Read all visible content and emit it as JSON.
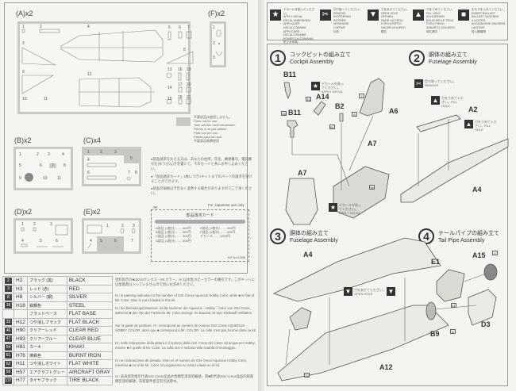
{
  "parts_layout": {
    "sprues": [
      {
        "label": "(A)x2",
        "numbers": [
          "1",
          "2",
          "3",
          "4",
          "5",
          "6",
          "7",
          "8",
          "9",
          "10",
          "11",
          "12",
          "13",
          "14",
          "15",
          "16",
          "17",
          "18",
          "19",
          "20",
          "21"
        ]
      },
      {
        "label": "(F)x2",
        "numbers": [
          "1",
          "2",
          "3"
        ]
      },
      {
        "label": "(B)x2",
        "numbers": [
          "1",
          "2",
          "3",
          "4",
          "5",
          "6",
          "7",
          "8",
          "9",
          "10",
          "11"
        ]
      },
      {
        "label": "(C)x4",
        "numbers": [
          "1",
          "2",
          "3",
          "4",
          "5",
          "6",
          "7",
          "8"
        ]
      },
      {
        "label": "(D)x2",
        "numbers": [
          "1",
          "2",
          "3",
          "4",
          "5",
          "6"
        ]
      },
      {
        "label": "(E)x2",
        "numbers": [
          "1",
          "2",
          "3",
          "4",
          "5",
          "6",
          "7"
        ]
      }
    ],
    "not_for_use": [
      "不要部品は使用しません。",
      "Parts not for use.",
      "Teile werden nicht verwendet.",
      "Pièces à ne pas utiliser.",
      "Parti non per uso.",
      "Partes para no usar.",
      "不要部品無需使用"
    ]
  },
  "notes": {
    "bullets": [
      "●部品請求をなさる方は、あなたの住所、氏名、郵便番号、電話番号を(ゆうびん)きを書いて、下のカードと共にお申し込みください。",
      "●「部品請求カード」1枚につき1キットまでのパーツの請求を受けることができます。",
      "●部品の価格は予告なく変更する場合がありますのでご了承ください。"
    ],
    "japan_only": "For Japanese use only",
    "card_title": "部品請求カード",
    "card_lines": [
      "A部品 (1枚分) ……400円",
      "B部品 (1枚分) ……300円",
      "C部品 (1枚分) ……300円",
      "D部品 (1枚分) ……300円",
      "E部品 (1枚分) ……400円",
      "F部品 (1枚分) ……300円",
      "デカール ……1200円"
    ],
    "card_code": "MIT No.00388"
  },
  "colors": [
    {
      "badge": "2",
      "code": "H2",
      "jp": "ブラック (黒)",
      "en": "BLACK"
    },
    {
      "badge": "3",
      "code": "H3",
      "jp": "レッド (赤)",
      "en": "RED"
    },
    {
      "badge": "8",
      "code": "H8",
      "jp": "シルバー (銀)",
      "en": "SILVER"
    },
    {
      "badge": "18",
      "code": "H18",
      "jp": "鉄鋼色",
      "en": "STEEL"
    },
    {
      "badge": "",
      "code": "",
      "jp": "フラットベース",
      "en": "FLAT BASE"
    },
    {
      "badge": "33",
      "code": "H12",
      "jp": "つや消しブラック",
      "en": "FLAT BLACK"
    },
    {
      "badge": "46",
      "code": "H90",
      "jp": "クリアーレッド",
      "en": "CLEAR RED"
    },
    {
      "badge": "47",
      "code": "H93",
      "jp": "クリアーブルー",
      "en": "CLEAR BLUE"
    },
    {
      "badge": "54",
      "code": "H81",
      "jp": "カーキ",
      "en": "KHAKI"
    },
    {
      "badge": "61",
      "code": "H76",
      "jp": "焼鉄色",
      "en": "BURNT IRON"
    },
    {
      "badge": "62",
      "code": "H11",
      "jp": "つや消しホワイト",
      "en": "FLAT WHITE"
    },
    {
      "badge": "56",
      "code": "H57",
      "jp": "エアクラフトグレー",
      "en": "AIRCRAFT GRAY"
    },
    {
      "badge": "137",
      "code": "H77",
      "jp": "タイヤブラック",
      "en": "TIRE BLACK"
    }
  ],
  "paint_notes": [
    "塗料指示の■はGSIクレオス・Mr.カラー、H□は水性ホビーカラーの番号です。このキットには接着剤は入っていませんので別にお求めください。",
    "H□ in painting indication is the number of GSI Creos Aqueous Hobby Color, while ■ is that of Mr. Color. Glue is not included in this kit.",
    "H□ bei Bemalungshinweisen ist die Nummer der Aqueous - Hobby - Color von GSI Creos, während ■ den Ton der Farbserie Mr. Color anzeigt. Im Bausatz ist kein Klebstoff enthalten.",
    "Sur le guide de peinture, H□ correspond au numéro de couleur GSI Creos AQUEOUS HOBBY COLOR, alors que ■ correspond à Mr. COLOR. La colle n'est pas fournie dans ce kit.",
    "H□ nelle indicazione della pittura è il numero della GSI Creos del colore ad acqua per Hobby, mentre ■ è quello di Mr. Color. La colla non è inclusa nella scatola di montaggio.",
    "H□ en indicaciones de pintado. Este es el numero de GSI Creos Aqueous Hobby Color, mientras ■ es el de Mr. Color. El pegamento no esta incluido en el kit.",
    "H□ 表表塗装指示代表GSI Creos品品水性模型漆漆的編號，而■則代表GSI Creos品品的硝基模型漆的編號，該套套件並沒有包括膠水。"
  ],
  "legend": [
    {
      "icon": "star-decal-icon",
      "symbol": "★",
      "lines": [
        "デカールを貼ってください。",
        "APPLY DECAL",
        "DECAL ANBRINGEN",
        "APPLIQUER DECALCOMANIE",
        "APPLICARE DECALCOMANIE",
        "PONER CALCOMANIA",
        "貼上水印紙"
      ]
    },
    {
      "icon": "remove-knife-icon",
      "symbol": "✂",
      "lines": [
        "切り取ってください。",
        "REMOVE",
        "ENTFERNEN",
        "RETIRER",
        "SEPARARE",
        "CORTAR",
        "切去"
      ]
    },
    {
      "icon": "open-hole-icon",
      "symbol": "▼",
      "lines": [
        "穴をあけてください。",
        "OPEN HOLE",
        "ÖFFNEN",
        "FAIRE UN TROU",
        "FORO APERTO",
        "HACER AGUJERO",
        "鑽孔"
      ]
    },
    {
      "icon": "fill-hole-icon",
      "symbol": "▲",
      "lines": [
        "穴をうめてください。",
        "FILL HOLE",
        "SCHLIESSEN",
        "BOUCHER LE TROU",
        "FORO PIENO",
        "SANAR EL AGUJERO",
        "填孔補平"
      ]
    },
    {
      "icon": "ballast-weight-icon",
      "symbol": "■",
      "lines": [
        "おもりを入れてください。",
        "INSERT BALLAST",
        "BALLAST ZUGEBEN",
        "A LESTER",
        "AGGIUNGERE ZAVORRA",
        "LASTRAR",
        "放入壓艙物"
      ]
    }
  ],
  "steps": [
    {
      "num": "1",
      "jp": "コックピットの組み立て",
      "en": "Cockpit Assembly"
    },
    {
      "num": "2",
      "jp": "胴体の組み立て",
      "en": "Fuselage Assembly"
    },
    {
      "num": "3",
      "jp": "胴体の組み立て",
      "en": "Fuselage Assembly"
    },
    {
      "num": "4",
      "jp": "テールパイプの組み立て",
      "en": "Tail Pipe Assembly"
    }
  ],
  "part_labels": {
    "b11a": "B11",
    "a14": "A14",
    "b2": "B2",
    "a6": "A6",
    "b11b": "B11",
    "a7a": "A7",
    "a7b": "A7",
    "a2": "A2",
    "a4a": "A4",
    "a4b": "A4",
    "a12": "A12",
    "e1": "E1",
    "a15": "A15",
    "d3": "D3",
    "b9": "B9"
  },
  "callouts": {
    "decal_note": "デカールを貼ってください。APPLY DECAL",
    "remove_note": "切り取ってください。REMOVE",
    "fill_note": "穴をうめてください。FILL HOLE",
    "open_note": "穴をあけてください。OPEN HOLE"
  },
  "color_refs": {
    "c33": "33",
    "c18": "18",
    "c8": "8",
    "c61": "61",
    "c2": "2",
    "c56": "56",
    "c3": "3"
  }
}
